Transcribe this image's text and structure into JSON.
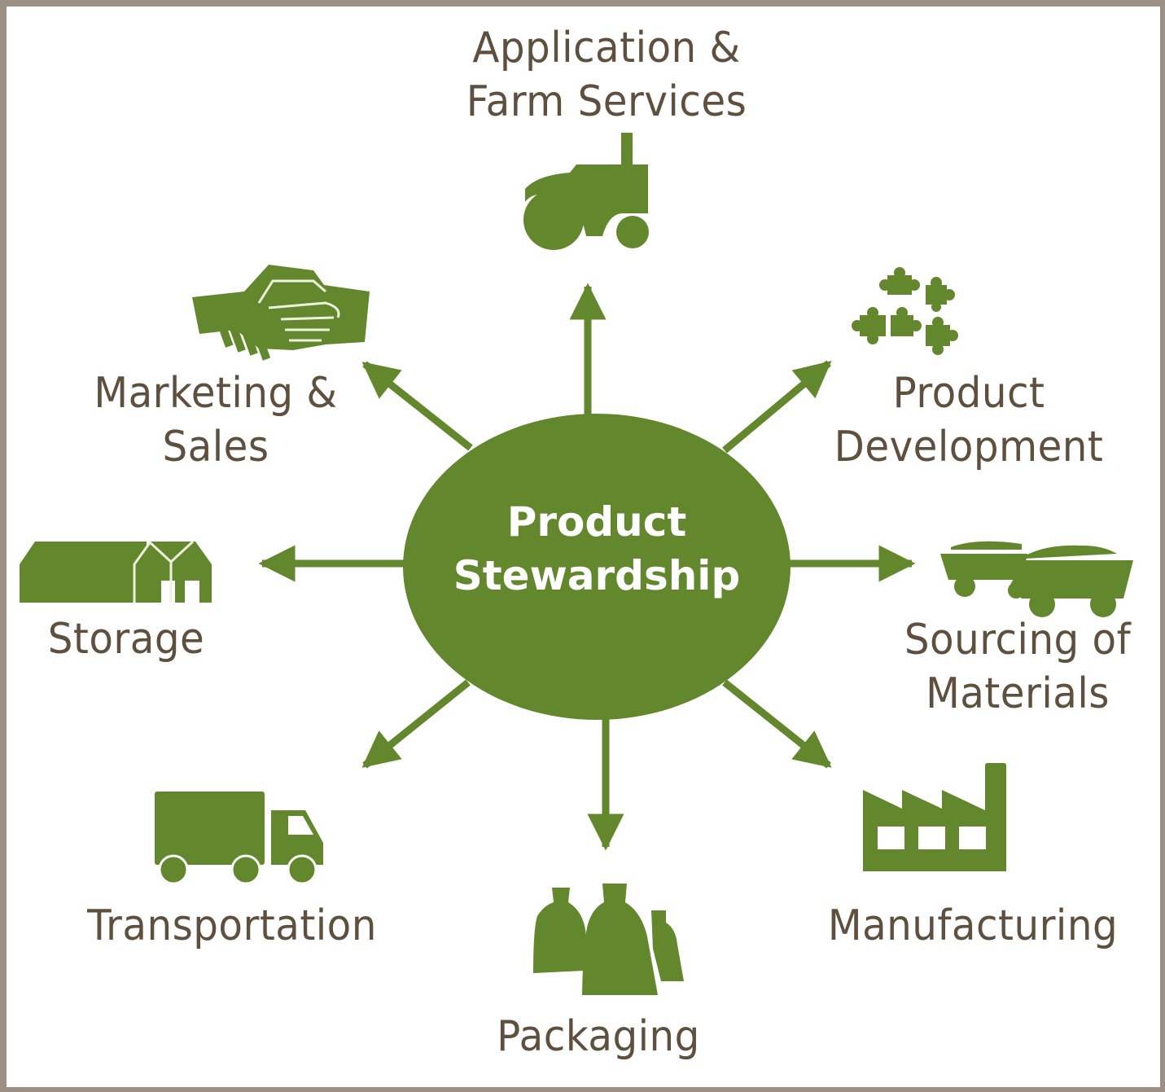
{
  "diagram": {
    "title": "Product Stewardship",
    "center": {
      "line1": "Product",
      "line2": "Stewardship"
    },
    "colors": {
      "green": "#62872c",
      "text_brown": "#5e4f3e",
      "border": "#9b9083",
      "background": "#ffffff"
    },
    "nodes": [
      {
        "id": "application",
        "line1": "Application &",
        "line2": "Farm Services",
        "icon": "tractor-icon"
      },
      {
        "id": "product-development",
        "line1": "Product",
        "line2": "Development",
        "icon": "puzzle-pieces-icon"
      },
      {
        "id": "sourcing",
        "line1": "Sourcing of",
        "line2": "Materials",
        "icon": "mining-carts-icon"
      },
      {
        "id": "manufacturing",
        "line1": "Manufacturing",
        "icon": "factory-icon"
      },
      {
        "id": "packaging",
        "line1": "Packaging",
        "icon": "sacks-icon"
      },
      {
        "id": "transportation",
        "line1": "Transportation",
        "icon": "truck-icon"
      },
      {
        "id": "storage",
        "line1": "Storage",
        "icon": "warehouse-icon"
      },
      {
        "id": "marketing",
        "line1": "Marketing &",
        "line2": "Sales",
        "icon": "handshake-icon"
      }
    ],
    "edges": [
      {
        "from": "center",
        "to": "application",
        "direction": "up"
      },
      {
        "from": "center",
        "to": "product-development",
        "direction": "up-right"
      },
      {
        "from": "center",
        "to": "sourcing",
        "direction": "right"
      },
      {
        "from": "center",
        "to": "manufacturing",
        "direction": "down-right"
      },
      {
        "from": "center",
        "to": "packaging",
        "direction": "down"
      },
      {
        "from": "center",
        "to": "transportation",
        "direction": "down-left"
      },
      {
        "from": "center",
        "to": "storage",
        "direction": "left"
      },
      {
        "from": "center",
        "to": "marketing",
        "direction": "up-left"
      }
    ]
  }
}
